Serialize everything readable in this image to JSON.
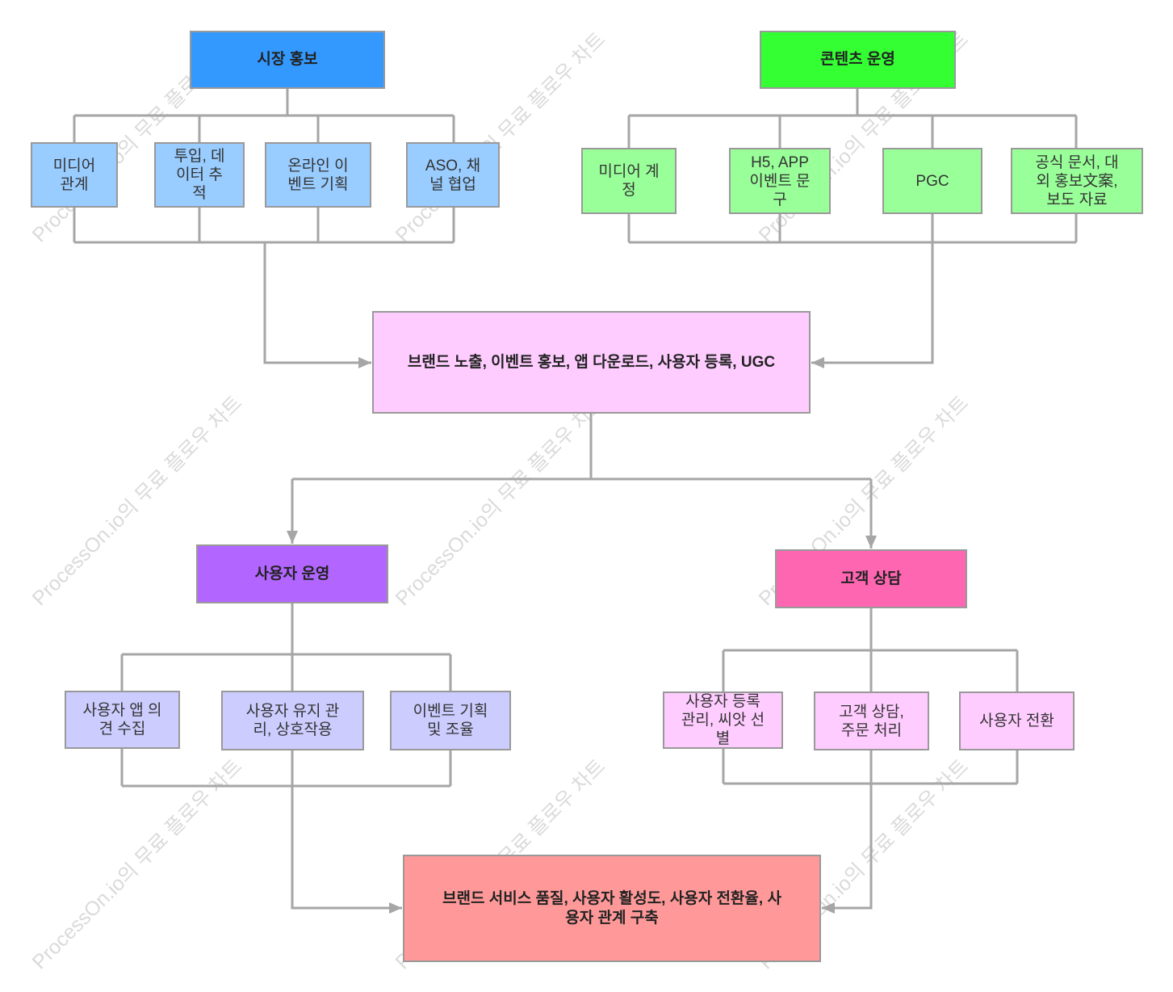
{
  "watermark": "ProcessOn.io의 무료 플로우 차트",
  "colors": {
    "market_header": "#3399ff",
    "market_item": "#99ccff",
    "content_header": "#33ff33",
    "content_item": "#99ff99",
    "hub": "#ffccff",
    "user_header": "#b266ff",
    "user_item": "#ccccff",
    "service_header": "#ff66b2",
    "service_item": "#ffccff",
    "outcome": "#ff9999"
  },
  "market": {
    "title": "시장 홍보",
    "items": [
      "미디어\n관계",
      "투입, 데\n이터 추\n적",
      "온라인 이\n벤트 기획",
      "ASO, 채\n널 협업"
    ]
  },
  "content": {
    "title": "콘텐츠 운영",
    "items": [
      "미디어 계\n정",
      "H5, APP\n이벤트 문\n구",
      "PGC",
      "공식 문서, 대\n외 홍보文案,\n보도 자료"
    ]
  },
  "hub": {
    "label": "브랜드 노출, 이벤트 홍보, 앱 다운로드, 사용자 등록, UGC"
  },
  "user_ops": {
    "title": "사용자 운영",
    "items": [
      "사용자 앱 의\n견 수집",
      "사용자 유지 관\n리, 상호작용",
      "이벤트 기획\n및 조율"
    ]
  },
  "customer_service": {
    "title": "고객 상담",
    "items": [
      "사용자 등록\n관리, 씨앗 선\n별",
      "고객 상담,\n주문 처리",
      "사용자 전환"
    ]
  },
  "outcome": {
    "label": "브랜드 서비스 품질, 사용자 활성도, 사용자 전환율, 사\n용자 관계 구축"
  }
}
